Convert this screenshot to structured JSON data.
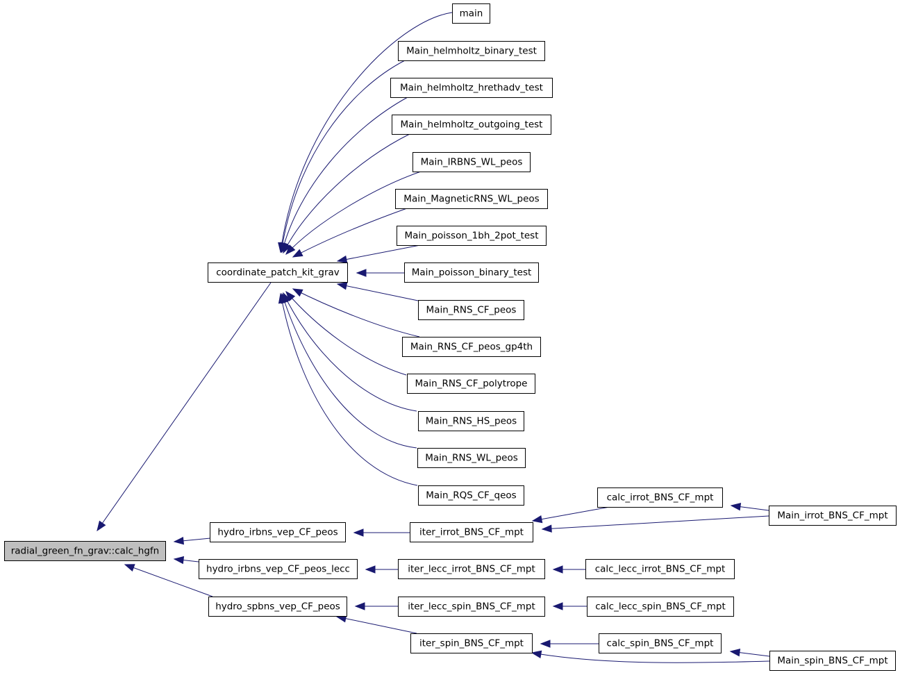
{
  "graph": {
    "edge_color": "#191970",
    "root_fill": "#bfbfbf",
    "node_fill": "#ffffff",
    "nodes": [
      {
        "id": "root",
        "label": "radial_green_fn_grav::calc_hgfn"
      },
      {
        "id": "cpkg",
        "label": "coordinate_patch_kit_grav"
      },
      {
        "id": "main",
        "label": "main"
      },
      {
        "id": "m_hbt",
        "label": "Main_helmholtz_binary_test"
      },
      {
        "id": "m_hht",
        "label": "Main_helmholtz_hrethadv_test"
      },
      {
        "id": "m_hot",
        "label": "Main_helmholtz_outgoing_test"
      },
      {
        "id": "m_irbns",
        "label": "Main_IRBNS_WL_peos"
      },
      {
        "id": "m_mag",
        "label": "Main_MagneticRNS_WL_peos"
      },
      {
        "id": "m_p1bh",
        "label": "Main_poisson_1bh_2pot_test"
      },
      {
        "id": "m_pbt",
        "label": "Main_poisson_binary_test"
      },
      {
        "id": "m_rnscf",
        "label": "Main_RNS_CF_peos"
      },
      {
        "id": "m_rnscfgp",
        "label": "Main_RNS_CF_peos_gp4th"
      },
      {
        "id": "m_rnscfpoly",
        "label": "Main_RNS_CF_polytrope"
      },
      {
        "id": "m_rnshs",
        "label": "Main_RNS_HS_peos"
      },
      {
        "id": "m_rnswl",
        "label": "Main_RNS_WL_peos"
      },
      {
        "id": "m_rqs",
        "label": "Main_RQS_CF_qeos"
      },
      {
        "id": "h_irbns",
        "label": "hydro_irbns_vep_CF_peos"
      },
      {
        "id": "h_irbns_lecc",
        "label": "hydro_irbns_vep_CF_peos_lecc"
      },
      {
        "id": "h_spbns",
        "label": "hydro_spbns_vep_CF_peos"
      },
      {
        "id": "it_irrot",
        "label": "iter_irrot_BNS_CF_mpt"
      },
      {
        "id": "it_lecc_irrot",
        "label": "iter_lecc_irrot_BNS_CF_mpt"
      },
      {
        "id": "it_lecc_spin",
        "label": "iter_lecc_spin_BNS_CF_mpt"
      },
      {
        "id": "it_spin",
        "label": "iter_spin_BNS_CF_mpt"
      },
      {
        "id": "c_irrot",
        "label": "calc_irrot_BNS_CF_mpt"
      },
      {
        "id": "c_lecc_irrot",
        "label": "calc_lecc_irrot_BNS_CF_mpt"
      },
      {
        "id": "c_lecc_spin",
        "label": "calc_lecc_spin_BNS_CF_mpt"
      },
      {
        "id": "c_spin",
        "label": "calc_spin_BNS_CF_mpt"
      },
      {
        "id": "m_irrot",
        "label": "Main_irrot_BNS_CF_mpt"
      },
      {
        "id": "m_spin",
        "label": "Main_spin_BNS_CF_mpt"
      }
    ],
    "edges": [
      {
        "from": "cpkg",
        "to": "root"
      },
      {
        "from": "h_irbns",
        "to": "root"
      },
      {
        "from": "h_irbns_lecc",
        "to": "root"
      },
      {
        "from": "h_spbns",
        "to": "root"
      },
      {
        "from": "main",
        "to": "cpkg"
      },
      {
        "from": "m_hbt",
        "to": "cpkg"
      },
      {
        "from": "m_hht",
        "to": "cpkg"
      },
      {
        "from": "m_hot",
        "to": "cpkg"
      },
      {
        "from": "m_irbns",
        "to": "cpkg"
      },
      {
        "from": "m_mag",
        "to": "cpkg"
      },
      {
        "from": "m_p1bh",
        "to": "cpkg"
      },
      {
        "from": "m_pbt",
        "to": "cpkg"
      },
      {
        "from": "m_rnscf",
        "to": "cpkg"
      },
      {
        "from": "m_rnscfgp",
        "to": "cpkg"
      },
      {
        "from": "m_rnscfpoly",
        "to": "cpkg"
      },
      {
        "from": "m_rnshs",
        "to": "cpkg"
      },
      {
        "from": "m_rnswl",
        "to": "cpkg"
      },
      {
        "from": "m_rqs",
        "to": "cpkg"
      },
      {
        "from": "it_irrot",
        "to": "h_irbns"
      },
      {
        "from": "it_lecc_irrot",
        "to": "h_irbns_lecc"
      },
      {
        "from": "it_lecc_spin",
        "to": "h_spbns"
      },
      {
        "from": "it_spin",
        "to": "h_spbns"
      },
      {
        "from": "c_irrot",
        "to": "it_irrot"
      },
      {
        "from": "m_irrot",
        "to": "it_irrot"
      },
      {
        "from": "m_irrot",
        "to": "c_irrot"
      },
      {
        "from": "c_lecc_irrot",
        "to": "it_lecc_irrot"
      },
      {
        "from": "c_lecc_spin",
        "to": "it_lecc_spin"
      },
      {
        "from": "c_spin",
        "to": "it_spin"
      },
      {
        "from": "m_spin",
        "to": "it_spin"
      },
      {
        "from": "m_spin",
        "to": "c_spin"
      }
    ]
  }
}
